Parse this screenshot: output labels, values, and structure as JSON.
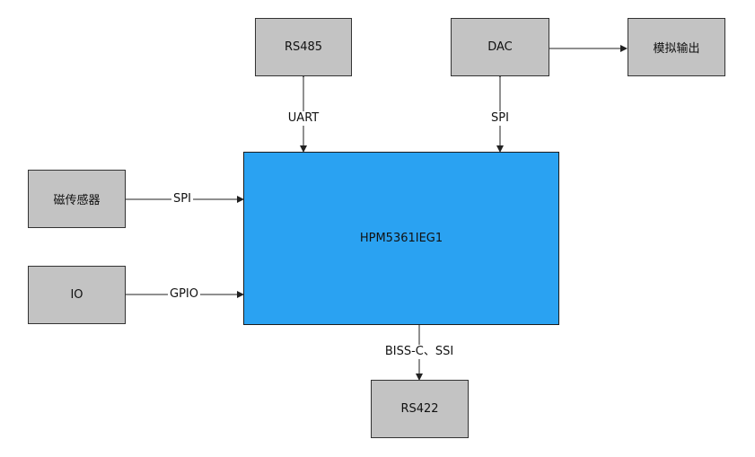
{
  "blocks": {
    "rs485": "RS485",
    "dac": "DAC",
    "analog_out": "模拟输出",
    "mag_sensor": "磁传感器",
    "io": "IO",
    "mcu": "HPM5361IEG1",
    "rs422": "RS422"
  },
  "links": {
    "uart": "UART",
    "spi_dac": "SPI",
    "spi_sensor": "SPI",
    "gpio": "GPIO",
    "biss": "BISS-C、SSI"
  },
  "colors": {
    "block_fill": "#c3c3c3",
    "mcu_fill": "#2aa2f2",
    "line": "#222222"
  }
}
